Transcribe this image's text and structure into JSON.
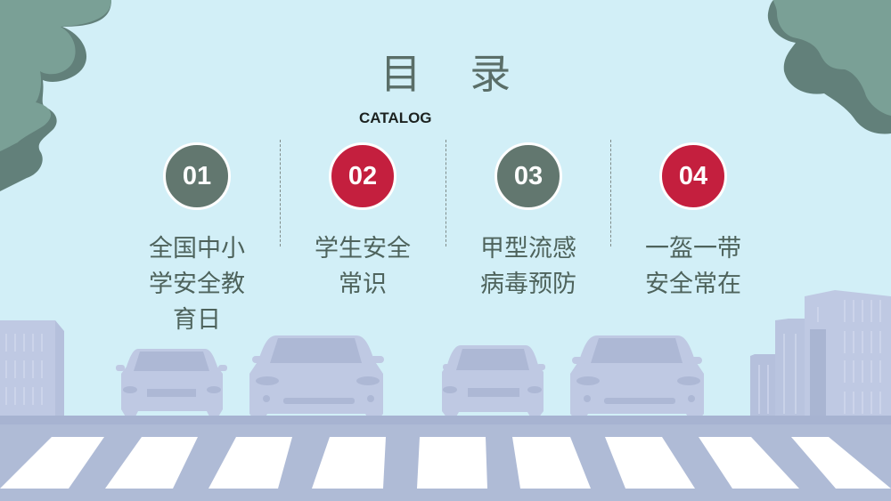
{
  "header": {
    "title": "目 录",
    "subtitle": "CATALOG"
  },
  "items": [
    {
      "number": "01",
      "label": "全国中小学安全教育日",
      "color": "#62776f"
    },
    {
      "number": "02",
      "label": "学生安全常识",
      "color": "#c41f3e"
    },
    {
      "number": "03",
      "label": "甲型流感病毒预防",
      "color": "#62776f"
    },
    {
      "number": "04",
      "label": "一盔一带安全常在",
      "color": "#c41f3e"
    }
  ],
  "colors": {
    "sky": "#d2eff7",
    "tree_light": "#7aa096",
    "tree_dark": "#62807a",
    "road": "#adb9d5",
    "car": "#bfc9e3",
    "building": "#bfc9e3",
    "stripe": "#ffffff"
  }
}
